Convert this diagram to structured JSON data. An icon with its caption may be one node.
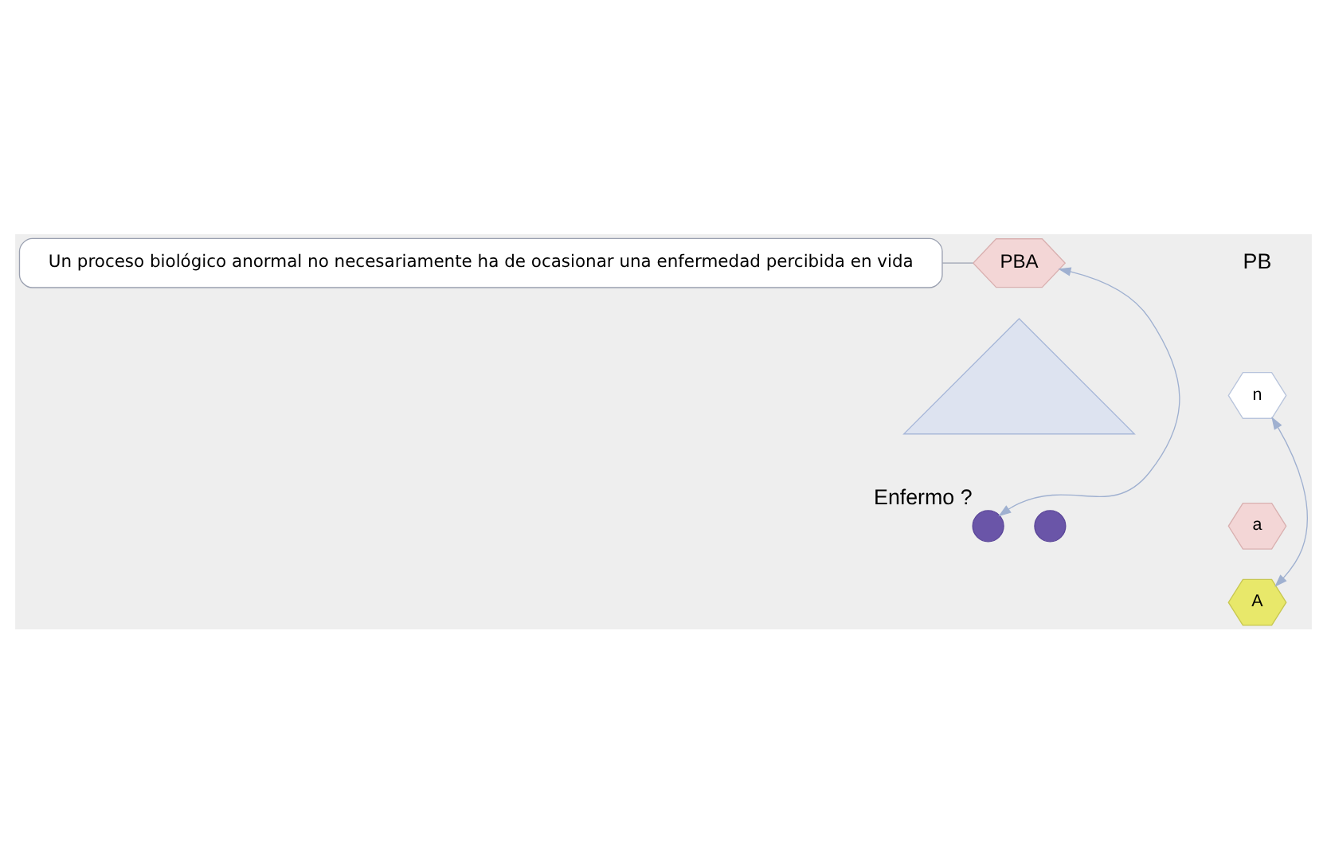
{
  "diagram": {
    "nodes": [
      {
        "text": [
          "Un proceso biológico anormal no necesariamente ha de ocasionar una enfermedad percibida en vida"
        ]
      },
      {
        "text": [
          "PBA"
        ]
      },
      {
        "text": [
          "n"
        ]
      },
      {
        "text": [
          "a"
        ]
      },
      {
        "text": [
          "A"
        ]
      },
      {
        "text": [],
        "shape": "triangle"
      },
      {
        "text": [],
        "shape": "circle",
        "beside": [
          "Enfermo ?"
        ]
      },
      {
        "text": [],
        "shape": "circle"
      }
    ],
    "edges": [
      {
        "from": 0,
        "to": 1,
        "arrow": "none"
      },
      {
        "from": 2,
        "to": 4,
        "arrow": "both",
        "color": "#9fb0d0"
      },
      {
        "from": 6,
        "to": 1,
        "arrow": "both",
        "color": "#9fb0d0"
      }
    ],
    "labels": [
      "PB"
    ]
  }
}
